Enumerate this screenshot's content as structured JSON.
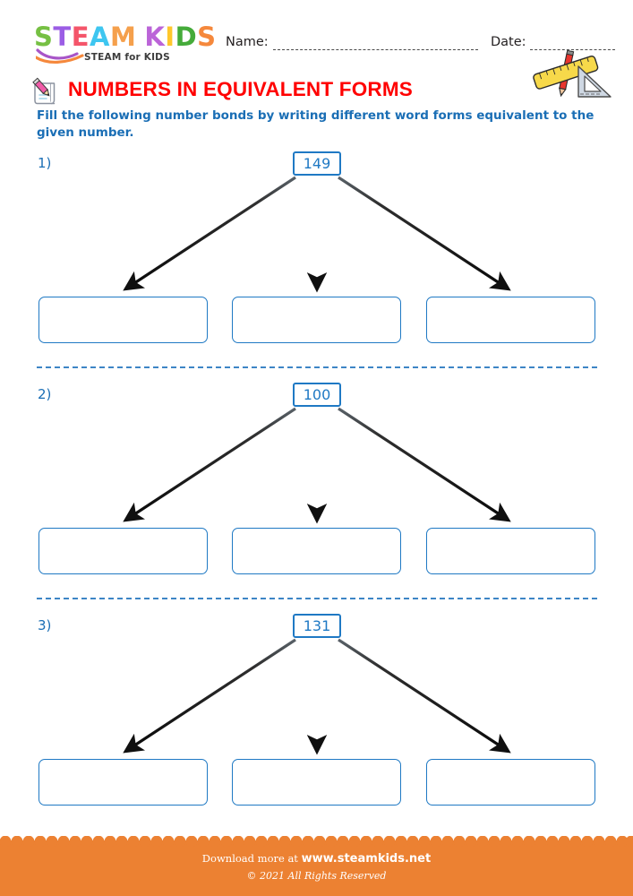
{
  "brand": {
    "logo_letters": [
      {
        "char": "S",
        "color": "#76c043"
      },
      {
        "char": "T",
        "color": "#9b5de5"
      },
      {
        "char": "E",
        "color": "#f4556a"
      },
      {
        "char": "A",
        "color": "#3ec6f0"
      },
      {
        "char": "M",
        "color": "#f5a04c"
      },
      {
        "char": "K",
        "color": "#bb64d8"
      },
      {
        "char": "I",
        "color": "#ffc72c"
      },
      {
        "char": "D",
        "color": "#45ab3a"
      },
      {
        "char": "S",
        "color": "#f5883c"
      }
    ],
    "logo_word_1": "STEAM",
    "logo_word_2": "KIDS",
    "tagline": "STEAM for KIDS"
  },
  "header": {
    "name_label": "Name:",
    "date_label": "Date:",
    "name_value": "",
    "date_value": "",
    "stationery_icon": "ruler-pencil-triangle-icon"
  },
  "title": {
    "icon": "notepad-pencil-icon",
    "text": "NUMBERS IN EQUIVALENT FORMS",
    "color": "#ff0000"
  },
  "instructions": {
    "text": "Fill the following number bonds by writing different word forms equivalent to the given number.",
    "color": "#1a6eb5"
  },
  "problems": [
    {
      "number_label": "1)",
      "given_number": "149",
      "answers": [
        "",
        "",
        ""
      ]
    },
    {
      "number_label": "2)",
      "given_number": "100",
      "answers": [
        "",
        "",
        ""
      ]
    },
    {
      "number_label": "3)",
      "given_number": "131",
      "answers": [
        "",
        "",
        ""
      ]
    }
  ],
  "footer": {
    "download_prefix": "Download more at ",
    "website": "www.steamkids.net",
    "copyright": "© 2021 All Rights Reserved",
    "background": "#ec8132"
  },
  "theme": {
    "box_border": "#1f79c4",
    "divider": "#3d85c6",
    "arrow": "#101010"
  }
}
